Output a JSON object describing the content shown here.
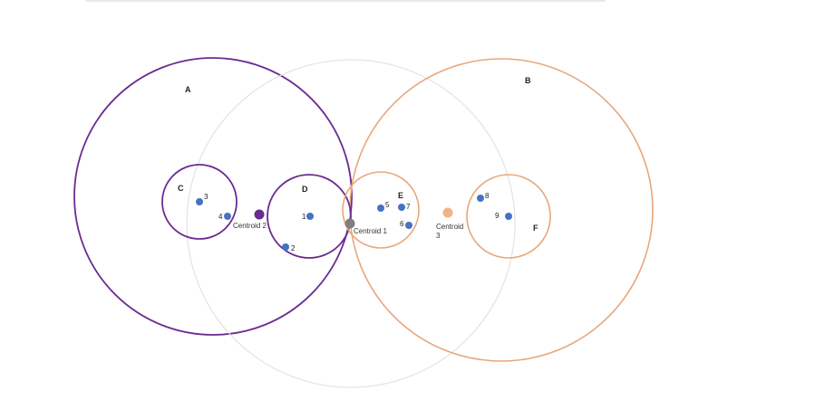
{
  "colors": {
    "purple": "#6a2c91",
    "orange": "#e8a77c",
    "gray": "#e3e3e3",
    "point": "#4472c4",
    "centroid_purple": "#6a2c91",
    "centroid_gray": "#7f7f7f",
    "centroid_orange": "#f0b487",
    "rule": "#cfcfcf"
  },
  "circles": [
    {
      "name": "A",
      "label": "A",
      "color": "purple"
    },
    {
      "name": "gray",
      "label": "",
      "color": "gray"
    },
    {
      "name": "B",
      "label": "B",
      "color": "orange"
    },
    {
      "name": "C",
      "label": "C",
      "color": "purple"
    },
    {
      "name": "D",
      "label": "D",
      "color": "purple"
    },
    {
      "name": "E",
      "label": "E",
      "color": "orange"
    },
    {
      "name": "F",
      "label": "F",
      "color": "orange"
    }
  ],
  "points": [
    {
      "label": "1"
    },
    {
      "label": "2"
    },
    {
      "label": "3"
    },
    {
      "label": "4"
    },
    {
      "label": "5"
    },
    {
      "label": "6"
    },
    {
      "label": "7"
    },
    {
      "label": "8"
    },
    {
      "label": "9"
    }
  ],
  "centroids": [
    {
      "label": "Centroid 1",
      "color": "centroid_gray"
    },
    {
      "label": "Centroid 2",
      "color": "centroid_purple"
    },
    {
      "label_lines": [
        "Centroid",
        "3"
      ],
      "color": "centroid_orange"
    }
  ]
}
